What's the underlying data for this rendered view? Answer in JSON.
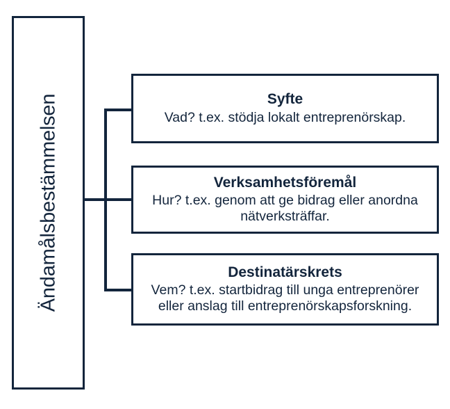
{
  "diagram": {
    "title": "Ändamålsbestämmelsen",
    "accent_color": "#13253c",
    "background_color": "#ffffff",
    "root": {
      "label": "Ändamålsbestämmelsen",
      "orientation": "vertical-rotated"
    },
    "branches": [
      {
        "id": "syfte",
        "title": "Syfte",
        "body": "Vad? t.ex. stödja lokalt entreprenörskap."
      },
      {
        "id": "verksamhetsforemal",
        "title": "Verksamhetsföremål",
        "body": "Hur? t.ex. genom att ge bidrag eller anordna\nnätverksträffar."
      },
      {
        "id": "destinatarskrets",
        "title": "Destinatärskrets",
        "body": "Vem? t.ex. startbidrag till unga entreprenörer\neller anslag till entreprenörskapsforskning."
      }
    ]
  }
}
